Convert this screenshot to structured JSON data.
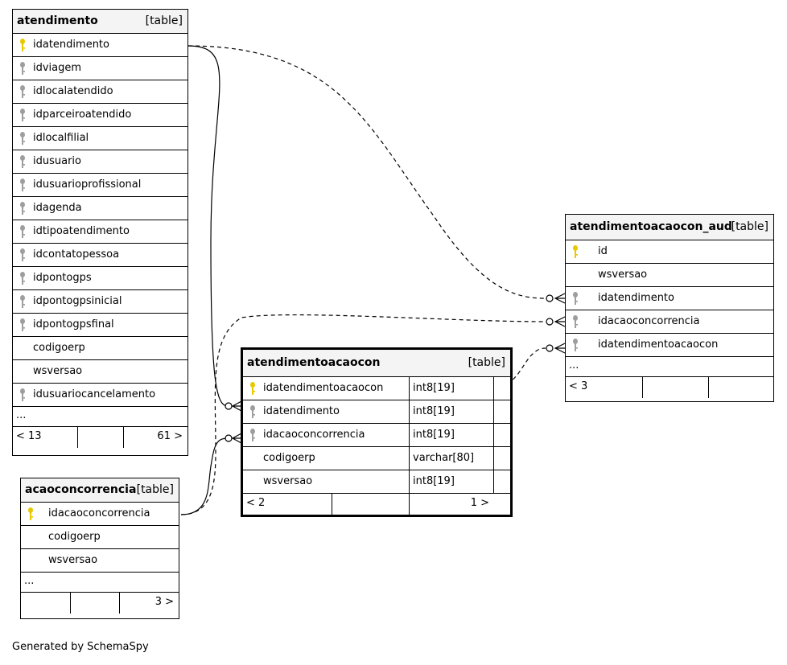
{
  "footer_text": "Generated by SchemaSpy",
  "colors": {
    "primary_key": "#e8c800",
    "foreign_key": "#9e9e9e",
    "header_bg": "#f4f4f4"
  },
  "tables": {
    "atendimento": {
      "name": "atendimento",
      "type": "[table]",
      "columns": [
        {
          "name": "idatendimento",
          "key": "primary-key"
        },
        {
          "name": "idviagem",
          "key": "foreign-key"
        },
        {
          "name": "idlocalatendido",
          "key": "foreign-key"
        },
        {
          "name": "idparceiroatendido",
          "key": "foreign-key"
        },
        {
          "name": "idlocalfilial",
          "key": "foreign-key"
        },
        {
          "name": "idusuario",
          "key": "foreign-key"
        },
        {
          "name": "idusuarioprofissional",
          "key": "foreign-key"
        },
        {
          "name": "idagenda",
          "key": "foreign-key"
        },
        {
          "name": "idtipoatendimento",
          "key": "foreign-key"
        },
        {
          "name": "idcontatopessoa",
          "key": "foreign-key"
        },
        {
          "name": "idpontogps",
          "key": "foreign-key"
        },
        {
          "name": "idpontogpsinicial",
          "key": "foreign-key"
        },
        {
          "name": "idpontogpsfinal",
          "key": "foreign-key"
        },
        {
          "name": "codigoerp",
          "key": "none"
        },
        {
          "name": "wsversao",
          "key": "none"
        },
        {
          "name": "idusuariocancelamento",
          "key": "foreign-key"
        }
      ],
      "ellipsis": "...",
      "parents_label": "< 13",
      "children_label": "61 >"
    },
    "acaoconcorrencia": {
      "name": "acaoconcorrencia",
      "type": "[table]",
      "columns": [
        {
          "name": "idacaoconcorrencia",
          "key": "primary-key"
        },
        {
          "name": "codigoerp",
          "key": "none"
        },
        {
          "name": "wsversao",
          "key": "none"
        }
      ],
      "ellipsis": "...",
      "parents_label": "",
      "children_label": "3 >"
    },
    "atendimentoacaocon": {
      "name": "atendimentoacaocon",
      "type": "[table]",
      "columns": [
        {
          "name": "idatendimentoacaocon",
          "key": "primary-key",
          "dtype": "int8[19]"
        },
        {
          "name": "idatendimento",
          "key": "foreign-key",
          "dtype": "int8[19]"
        },
        {
          "name": "idacaoconcorrencia",
          "key": "foreign-key",
          "dtype": "int8[19]"
        },
        {
          "name": "codigoerp",
          "key": "none",
          "dtype": "varchar[80]"
        },
        {
          "name": "wsversao",
          "key": "none",
          "dtype": "int8[19]"
        }
      ],
      "parents_label": "< 2",
      "children_label": "1 >"
    },
    "atendimentoacaocon_aud": {
      "name": "atendimentoacaocon_aud",
      "type": "[table]",
      "columns": [
        {
          "name": "id",
          "key": "primary-key"
        },
        {
          "name": "wsversao",
          "key": "none"
        },
        {
          "name": "idatendimento",
          "key": "foreign-key"
        },
        {
          "name": "idacaoconcorrencia",
          "key": "foreign-key"
        },
        {
          "name": "idatendimentoacaocon",
          "key": "foreign-key"
        }
      ],
      "ellipsis": "...",
      "parents_label": "< 3",
      "children_label": ""
    }
  },
  "relationships": [
    {
      "from": "atendimento.idatendimento",
      "to": "atendimentoacaocon.idatendimento",
      "style": "solid"
    },
    {
      "from": "acaoconcorrencia.idacaoconcorrencia",
      "to": "atendimentoacaocon.idacaoconcorrencia",
      "style": "solid"
    },
    {
      "from": "atendimento.idatendimento",
      "to": "atendimentoacaocon_aud.idatendimento",
      "style": "dashed"
    },
    {
      "from": "acaoconcorrencia.idacaoconcorrencia",
      "to": "atendimentoacaocon_aud.idacaoconcorrencia",
      "style": "dashed"
    },
    {
      "from": "atendimentoacaocon.idatendimentoacaocon",
      "to": "atendimentoacaocon_aud.idatendimentoacaocon",
      "style": "dashed"
    }
  ]
}
